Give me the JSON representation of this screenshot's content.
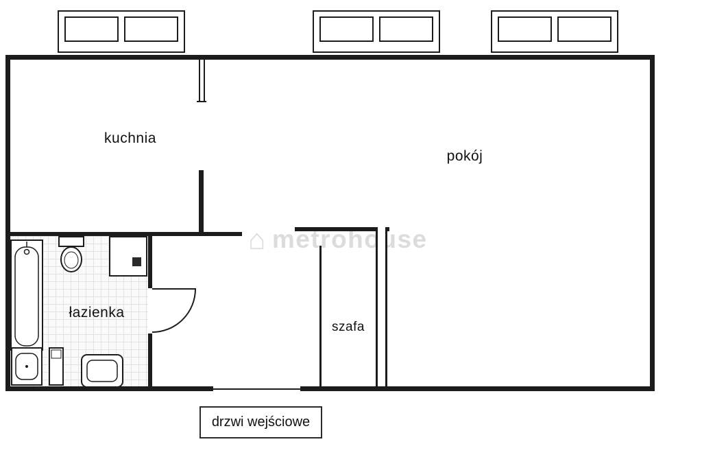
{
  "plan": {
    "type": "apartment-floor-plan",
    "rooms": [
      {
        "id": "kuchnia",
        "label": "kuchnia"
      },
      {
        "id": "pokoj",
        "label": "pokój"
      },
      {
        "id": "lazienka",
        "label": "łazienka"
      },
      {
        "id": "szafa",
        "label": "szafa"
      }
    ],
    "entrance_label": "drzwi wejściowe",
    "watermark": {
      "icon": "⌂",
      "text": "metrohouse"
    },
    "fixtures": [
      "bathtub",
      "toilet",
      "shower",
      "sink",
      "cabinet",
      "washing-machine",
      "door-swing"
    ],
    "window_count": 3,
    "colors": {
      "wall": "#1c1c1c",
      "background": "#ffffff",
      "tile_grid": "#e2e2e2",
      "watermark": "#dcdcdc",
      "text": "#111111"
    }
  }
}
